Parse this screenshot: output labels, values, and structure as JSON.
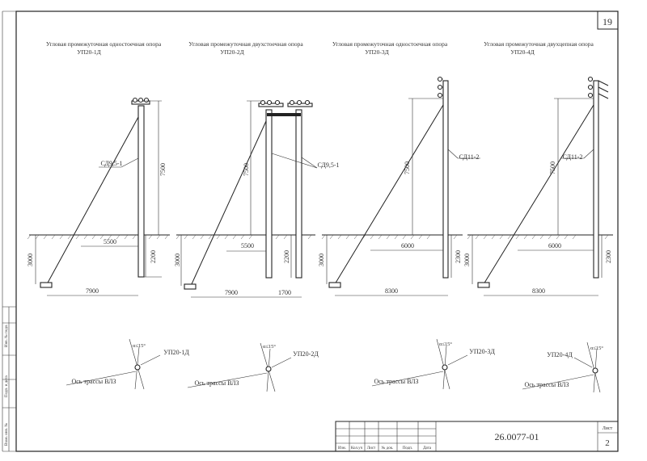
{
  "sheet_number": "19",
  "document_code": "26.0077-01",
  "title_block": {
    "sheet_label": "Лист",
    "sheet_num": "2",
    "columns": [
      "Изм.",
      "Кол.уч",
      "Лист",
      "№ док.",
      "Подп.",
      "Дата"
    ]
  },
  "side_labels": [
    "Инв. № подл.",
    "Подп. и дата",
    "Взам. инв. №"
  ],
  "supports": [
    {
      "title": "Угловая промежуточная одностоечная опора",
      "code": "УП20-1Д",
      "stand_label": "СД9,5-1",
      "height": "7500",
      "guy_dist": "5500",
      "total_dist": "7900",
      "depth": "3000",
      "embed": "2200",
      "plan_angle": "α≤15°",
      "plan_code": "УП20-1Д",
      "axis_label": "Ось трассы ВЛЗ"
    },
    {
      "title": "Угловая промежуточная двухстоечная опора",
      "code": "УП20-2Д",
      "stand_label": "СД9,5-1",
      "height": "7500",
      "guy_dist": "5500",
      "total_dist": "7900",
      "extra_dist": "1700",
      "depth": "3000",
      "embed": "2200",
      "plan_angle": "α≤15°",
      "plan_code": "УП20-2Д",
      "axis_label": "Ось трассы ВЛЗ"
    },
    {
      "title": "Угловая промежуточная одностоечная опора",
      "code": "УП20-3Д",
      "stand_label": "СД11-2",
      "height": "7500",
      "guy_dist": "6000",
      "total_dist": "8300",
      "depth": "3000",
      "embed": "2300",
      "plan_angle": "α≤15°",
      "plan_code": "УП20-3Д",
      "axis_label": "Ось трассы ВЛЗ"
    },
    {
      "title": "Угловая промежуточная двухцепная опора",
      "code": "УП20-4Д",
      "stand_label": "СД11-2",
      "height": "7500",
      "guy_dist": "6000",
      "total_dist": "8300",
      "depth": "3000",
      "embed": "2300",
      "plan_angle": "α≤15°",
      "plan_code": "УП20-4Д",
      "axis_label": "Ось трассы ВЛЗ"
    }
  ]
}
